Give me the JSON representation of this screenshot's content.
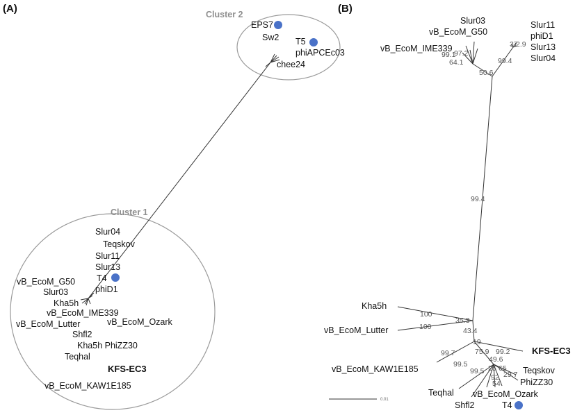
{
  "panel_a": {
    "label": "(A)",
    "cluster1_label": "Cluster 1",
    "cluster2_label": "Cluster 2",
    "cluster2_leaves": {
      "eps7": "EPS7",
      "sw2": "Sw2",
      "t5": "T5",
      "phiapcec03": "phiAPCEc03",
      "chee24": "chee24"
    },
    "cluster1_leaves": {
      "slur04": "Slur04",
      "teqskov": "Teqskov",
      "slur11": "Slur11",
      "slur13": "Slur13",
      "t4": "T4",
      "g50": "vB_EcoM_G50",
      "phid1": "phiD1",
      "slur03": "Slur03",
      "kha5h": "Kha5h",
      "ime339": "vB_EcoM_IME339",
      "lutter": "vB_EcoM_Lutter",
      "ozark": "vB_EcoM_Ozark",
      "shfl2": "Shfl2",
      "kha5h_phizz30": "Kha5h PhiZZ30",
      "teqhal": "Teqhal",
      "kfs_ec3": "KFS-EC3",
      "kaw1e185": "vB_EcoM_KAW1E185"
    }
  },
  "panel_b": {
    "label": "(B)",
    "leaves": {
      "slur03": "Slur03",
      "g50": "vB_EcoM_G50",
      "ime339": "vB_EcoM_IME339",
      "slur11": "Slur11",
      "phid1": "phiD1",
      "slur13": "Slur13",
      "slur04": "Slur04",
      "kha5h": "Kha5h",
      "lutter": "vB_EcoM_Lutter",
      "kfs_ec3": "KFS-EC3",
      "kaw1e185": "vB_EcoM_KAW1E185",
      "teqskov": "Teqskov",
      "phizz30": "PhiZZ30",
      "teqhal": "Teqhal",
      "ozark": "vB_EcoM_Ozark",
      "shfl2": "Shfl2",
      "t4": "T4"
    },
    "bootstrap": {
      "b_99_1": "99.1",
      "b_97_2": "97.2",
      "b_64_1": "64.1",
      "b_37": "37",
      "b_2_9": "2.9",
      "b_99_4_top": "99.4",
      "b_50_6": "50.6",
      "b_99_4_main": "99.4",
      "b_100_a": "100",
      "b_100_b": "100",
      "b_35_3": "35.3",
      "b_43_4": "43.4",
      "b_19": "19",
      "b_99_7": "99.7",
      "b_75_9": "75.9",
      "b_99_2": "99.2",
      "b_49_6": "49.6",
      "b_99_5_a": "99.5",
      "b_99_5_b": "99.5",
      "b_25": "25",
      "b_65": "65",
      "b_29_7": "29.7",
      "b_92": "92",
      "b_54": "54"
    },
    "scale_label": "0.01"
  },
  "colors": {
    "marker": "#4a72c8",
    "ellipse": "#9a9a9a",
    "cluster_label": "#8e8e8e"
  }
}
